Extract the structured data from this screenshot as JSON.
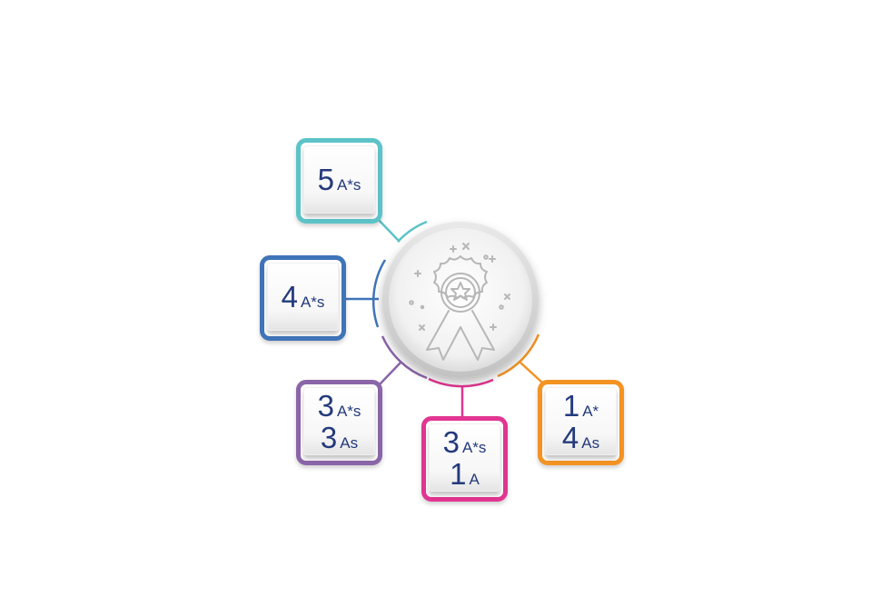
{
  "colors": {
    "teal": "#5cc3c8",
    "blue": "#3f74b8",
    "purple": "#8a65a8",
    "magenta": "#e13591",
    "orange": "#f39322",
    "text": "#233a7c",
    "medal": "#b7b7b7"
  },
  "medal": {
    "icon": "award-ribbon-icon"
  },
  "cards": [
    {
      "id": "teal",
      "lines": [
        {
          "num": "5",
          "grade": "A*s"
        }
      ]
    },
    {
      "id": "blue",
      "lines": [
        {
          "num": "4",
          "grade": "A*s"
        }
      ]
    },
    {
      "id": "purple",
      "lines": [
        {
          "num": "3",
          "grade": "A*s"
        },
        {
          "num": "3",
          "grade": "As"
        }
      ]
    },
    {
      "id": "magenta",
      "lines": [
        {
          "num": "3",
          "grade": "A*s"
        },
        {
          "num": "1",
          "grade": "A"
        }
      ]
    },
    {
      "id": "orange",
      "lines": [
        {
          "num": "1",
          "grade": "A*"
        },
        {
          "num": "4",
          "grade": "As"
        }
      ]
    }
  ]
}
